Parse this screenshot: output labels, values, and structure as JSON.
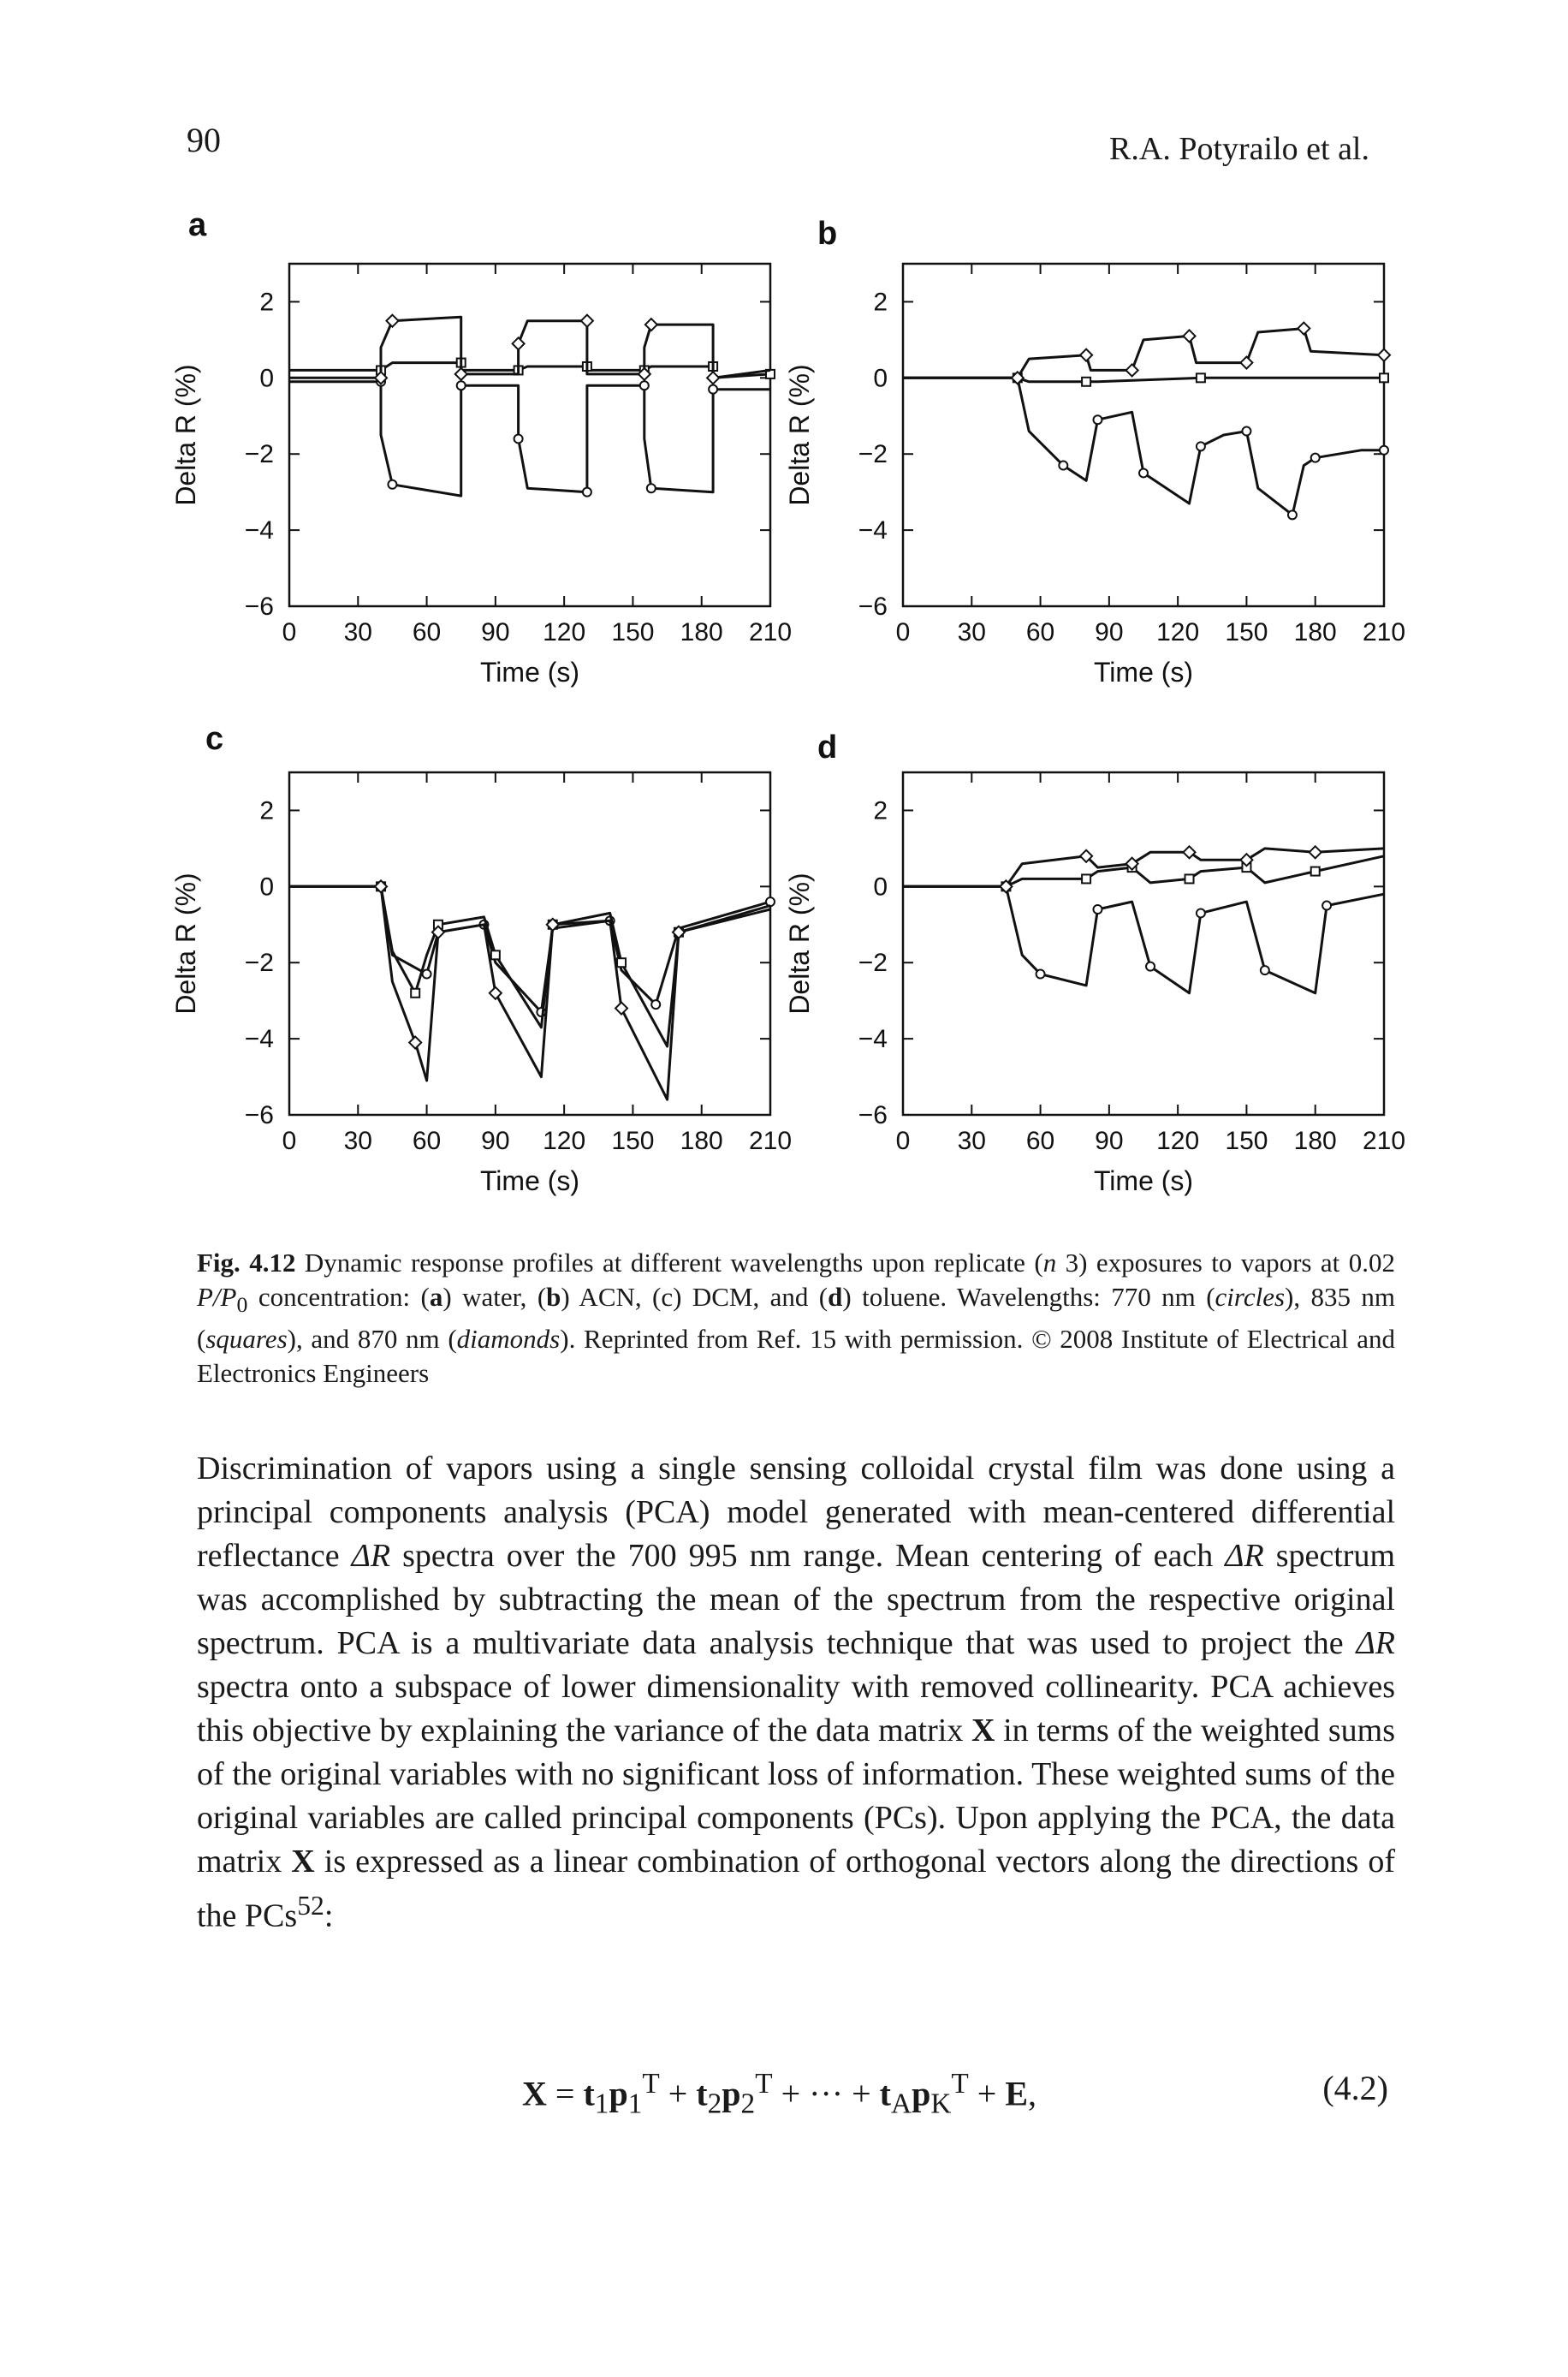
{
  "header": {
    "page_number": "90",
    "running_head": "R.A. Potyrailo et al."
  },
  "chart_data": [
    {
      "panel": "a",
      "type": "line",
      "xlabel": "Time (s)",
      "ylabel": "Delta R (%)",
      "xlim": [
        0,
        210
      ],
      "ylim": [
        -6,
        3
      ],
      "xticks": [
        0,
        30,
        60,
        90,
        120,
        150,
        180,
        210
      ],
      "yticks": [
        -6,
        -4,
        -2,
        0,
        2
      ],
      "series": [
        {
          "marker": "circle",
          "points": [
            [
              0,
              -0.1
            ],
            [
              40,
              -0.1
            ],
            [
              40,
              -1.5
            ],
            [
              45,
              -2.8
            ],
            [
              75,
              -3.1
            ],
            [
              75,
              -0.2
            ],
            [
              100,
              -0.2
            ],
            [
              100,
              -1.6
            ],
            [
              104,
              -2.9
            ],
            [
              130,
              -3.0
            ],
            [
              130,
              -0.2
            ],
            [
              155,
              -0.2
            ],
            [
              155,
              -1.6
            ],
            [
              158,
              -2.9
            ],
            [
              185,
              -3.0
            ],
            [
              185,
              -0.3
            ],
            [
              210,
              -0.3
            ]
          ]
        },
        {
          "marker": "square",
          "points": [
            [
              0,
              0.2
            ],
            [
              40,
              0.2
            ],
            [
              45,
              0.4
            ],
            [
              75,
              0.4
            ],
            [
              75,
              0.2
            ],
            [
              100,
              0.2
            ],
            [
              104,
              0.3
            ],
            [
              130,
              0.3
            ],
            [
              130,
              0.2
            ],
            [
              155,
              0.2
            ],
            [
              158,
              0.3
            ],
            [
              185,
              0.3
            ],
            [
              185,
              0.0
            ],
            [
              210,
              0.1
            ]
          ]
        },
        {
          "marker": "diamond",
          "points": [
            [
              0,
              0.0
            ],
            [
              40,
              0.0
            ],
            [
              40,
              0.8
            ],
            [
              45,
              1.5
            ],
            [
              75,
              1.6
            ],
            [
              75,
              0.1
            ],
            [
              100,
              0.1
            ],
            [
              100,
              0.9
            ],
            [
              104,
              1.5
            ],
            [
              130,
              1.5
            ],
            [
              130,
              0.1
            ],
            [
              155,
              0.1
            ],
            [
              155,
              0.8
            ],
            [
              158,
              1.4
            ],
            [
              185,
              1.4
            ],
            [
              185,
              0.0
            ],
            [
              210,
              0.2
            ]
          ]
        }
      ]
    },
    {
      "panel": "b",
      "type": "line",
      "xlabel": "Time (s)",
      "ylabel": "Delta R (%)",
      "xlim": [
        0,
        210
      ],
      "ylim": [
        -6,
        3
      ],
      "xticks": [
        0,
        30,
        60,
        90,
        120,
        150,
        180,
        210
      ],
      "yticks": [
        -6,
        -4,
        -2,
        0,
        2
      ],
      "series": [
        {
          "marker": "circle",
          "points": [
            [
              0,
              0.0
            ],
            [
              50,
              0.0
            ],
            [
              55,
              -1.4
            ],
            [
              70,
              -2.3
            ],
            [
              80,
              -2.7
            ],
            [
              85,
              -1.1
            ],
            [
              100,
              -0.9
            ],
            [
              105,
              -2.5
            ],
            [
              125,
              -3.3
            ],
            [
              130,
              -1.8
            ],
            [
              140,
              -1.5
            ],
            [
              150,
              -1.4
            ],
            [
              155,
              -2.9
            ],
            [
              170,
              -3.6
            ],
            [
              175,
              -2.3
            ],
            [
              180,
              -2.1
            ],
            [
              200,
              -1.9
            ],
            [
              210,
              -1.9
            ]
          ]
        },
        {
          "marker": "square",
          "points": [
            [
              0,
              0.0
            ],
            [
              50,
              0.0
            ],
            [
              55,
              -0.1
            ],
            [
              80,
              -0.1
            ],
            [
              85,
              -0.1
            ],
            [
              130,
              0.0
            ],
            [
              180,
              0.0
            ],
            [
              210,
              0.0
            ]
          ]
        },
        {
          "marker": "diamond",
          "points": [
            [
              0,
              0.0
            ],
            [
              50,
              0.0
            ],
            [
              55,
              0.5
            ],
            [
              80,
              0.6
            ],
            [
              82,
              0.2
            ],
            [
              100,
              0.2
            ],
            [
              105,
              1.0
            ],
            [
              125,
              1.1
            ],
            [
              128,
              0.4
            ],
            [
              150,
              0.4
            ],
            [
              155,
              1.2
            ],
            [
              175,
              1.3
            ],
            [
              178,
              0.7
            ],
            [
              210,
              0.6
            ]
          ]
        }
      ]
    },
    {
      "panel": "c",
      "type": "line",
      "xlabel": "Time (s)",
      "ylabel": "Delta R (%)",
      "xlim": [
        0,
        210
      ],
      "ylim": [
        -6,
        3
      ],
      "xticks": [
        0,
        30,
        60,
        90,
        120,
        150,
        180,
        210
      ],
      "yticks": [
        -6,
        -4,
        -2,
        0,
        2
      ],
      "series": [
        {
          "marker": "circle",
          "points": [
            [
              0,
              0.0
            ],
            [
              40,
              0.0
            ],
            [
              45,
              -1.8
            ],
            [
              60,
              -2.3
            ],
            [
              65,
              -1.2
            ],
            [
              85,
              -1.0
            ],
            [
              90,
              -2.0
            ],
            [
              110,
              -3.3
            ],
            [
              115,
              -1.1
            ],
            [
              140,
              -0.9
            ],
            [
              145,
              -2.2
            ],
            [
              160,
              -3.1
            ],
            [
              170,
              -1.1
            ],
            [
              210,
              -0.4
            ]
          ]
        },
        {
          "marker": "square",
          "points": [
            [
              0,
              0.0
            ],
            [
              40,
              0.0
            ],
            [
              45,
              -1.7
            ],
            [
              55,
              -2.8
            ],
            [
              60,
              -1.8
            ],
            [
              65,
              -1.0
            ],
            [
              85,
              -0.8
            ],
            [
              90,
              -1.8
            ],
            [
              110,
              -3.7
            ],
            [
              115,
              -1.0
            ],
            [
              140,
              -0.7
            ],
            [
              145,
              -2.0
            ],
            [
              165,
              -4.2
            ],
            [
              170,
              -1.2
            ],
            [
              210,
              -0.5
            ]
          ]
        },
        {
          "marker": "diamond",
          "points": [
            [
              0,
              0.0
            ],
            [
              40,
              0.0
            ],
            [
              45,
              -2.5
            ],
            [
              55,
              -4.1
            ],
            [
              60,
              -5.1
            ],
            [
              65,
              -1.2
            ],
            [
              85,
              -1.0
            ],
            [
              90,
              -2.8
            ],
            [
              110,
              -5.0
            ],
            [
              115,
              -1.0
            ],
            [
              140,
              -0.9
            ],
            [
              145,
              -3.2
            ],
            [
              165,
              -5.6
            ],
            [
              170,
              -1.2
            ],
            [
              210,
              -0.6
            ]
          ]
        }
      ]
    },
    {
      "panel": "d",
      "type": "line",
      "xlabel": "Time (s)",
      "ylabel": "Delta R (%)",
      "xlim": [
        0,
        210
      ],
      "ylim": [
        -6,
        3
      ],
      "xticks": [
        0,
        30,
        60,
        90,
        120,
        150,
        180,
        210
      ],
      "yticks": [
        -6,
        -4,
        -2,
        0,
        2
      ],
      "series": [
        {
          "marker": "circle",
          "points": [
            [
              0,
              0.0
            ],
            [
              45,
              0.0
            ],
            [
              52,
              -1.8
            ],
            [
              60,
              -2.3
            ],
            [
              80,
              -2.6
            ],
            [
              85,
              -0.6
            ],
            [
              100,
              -0.4
            ],
            [
              108,
              -2.1
            ],
            [
              125,
              -2.8
            ],
            [
              130,
              -0.7
            ],
            [
              150,
              -0.4
            ],
            [
              158,
              -2.2
            ],
            [
              180,
              -2.8
            ],
            [
              185,
              -0.5
            ],
            [
              210,
              -0.2
            ]
          ]
        },
        {
          "marker": "square",
          "points": [
            [
              0,
              0.0
            ],
            [
              45,
              0.0
            ],
            [
              52,
              0.2
            ],
            [
              80,
              0.2
            ],
            [
              85,
              0.4
            ],
            [
              100,
              0.5
            ],
            [
              108,
              0.1
            ],
            [
              125,
              0.2
            ],
            [
              130,
              0.4
            ],
            [
              150,
              0.5
            ],
            [
              158,
              0.1
            ],
            [
              180,
              0.4
            ],
            [
              210,
              0.8
            ]
          ]
        },
        {
          "marker": "diamond",
          "points": [
            [
              0,
              0.0
            ],
            [
              45,
              0.0
            ],
            [
              52,
              0.6
            ],
            [
              80,
              0.8
            ],
            [
              85,
              0.5
            ],
            [
              100,
              0.6
            ],
            [
              108,
              0.9
            ],
            [
              125,
              0.9
            ],
            [
              130,
              0.7
            ],
            [
              150,
              0.7
            ],
            [
              158,
              1.0
            ],
            [
              180,
              0.9
            ],
            [
              210,
              1.0
            ]
          ]
        }
      ]
    }
  ],
  "caption": {
    "label": "Fig. 4.12",
    "text_1": " Dynamic response profiles at different wavelengths upon replicate (",
    "n": "n",
    "text_2": " 3) exposures to vapors at 0.02 ",
    "ratio": "P/P",
    "ratio_sub": "0",
    "text_3": " concentration: (",
    "a": "a",
    "text_4": ") water, (",
    "b": "b",
    "text_5": ") ACN, (c) DCM, and (",
    "d": "d",
    "text_6": ") toluene. Wavelengths: 770 nm (",
    "circles": "circles",
    "text_7": "), 835 nm (",
    "squares": "squares",
    "text_8": "), and 870 nm (",
    "diamonds": "diamonds",
    "text_9": "). Reprinted from Ref. 15 with permission. © 2008 Institute of Electrical and Electronics Engineers"
  },
  "body": {
    "p1": "Discrimination of vapors using a single sensing colloidal crystal film was done using a principal components analysis (PCA) model generated with mean-centered differential reflectance ",
    "dR1": "ΔR",
    "p2": " spectra over the 700 995 nm range. Mean centering of each ",
    "dR2": "ΔR",
    "p3": " spectrum was accomplished by subtracting the mean of the spectrum from the respective original spectrum. PCA is a multivariate data analysis technique that was used to project the ",
    "dR3": "ΔR",
    "p4": " spectra onto a subspace of lower dimensionality with removed collinearity. PCA achieves this objective by explaining the variance of the data matrix ",
    "X1": "X",
    "p5": " in terms of the weighted sums of the original variables with no significant loss of information. These weighted sums of the original variables are called principal components (PCs). Upon applying the PCA, the data matrix ",
    "X2": "X",
    "p6": " is expressed as a linear combination of orthogonal vectors along the directions of the PCs",
    "ref": "52",
    "p7": ":"
  },
  "equation": {
    "X": "X",
    "eq": " = ",
    "t1": "t",
    "t1s": "1",
    "p1": "p",
    "p1s": "1",
    "T1": "T",
    "plus1": " + ",
    "t2": "t",
    "t2s": "2",
    "p2": "p",
    "p2s": "2",
    "T2": "T",
    "plus2": " + ··· + ",
    "tA": "t",
    "tAs": "A",
    "pK": "p",
    "pKs": "K",
    "TK": "T",
    "plus3": " + ",
    "E": "E",
    "comma": ",",
    "number": "(4.2)"
  }
}
